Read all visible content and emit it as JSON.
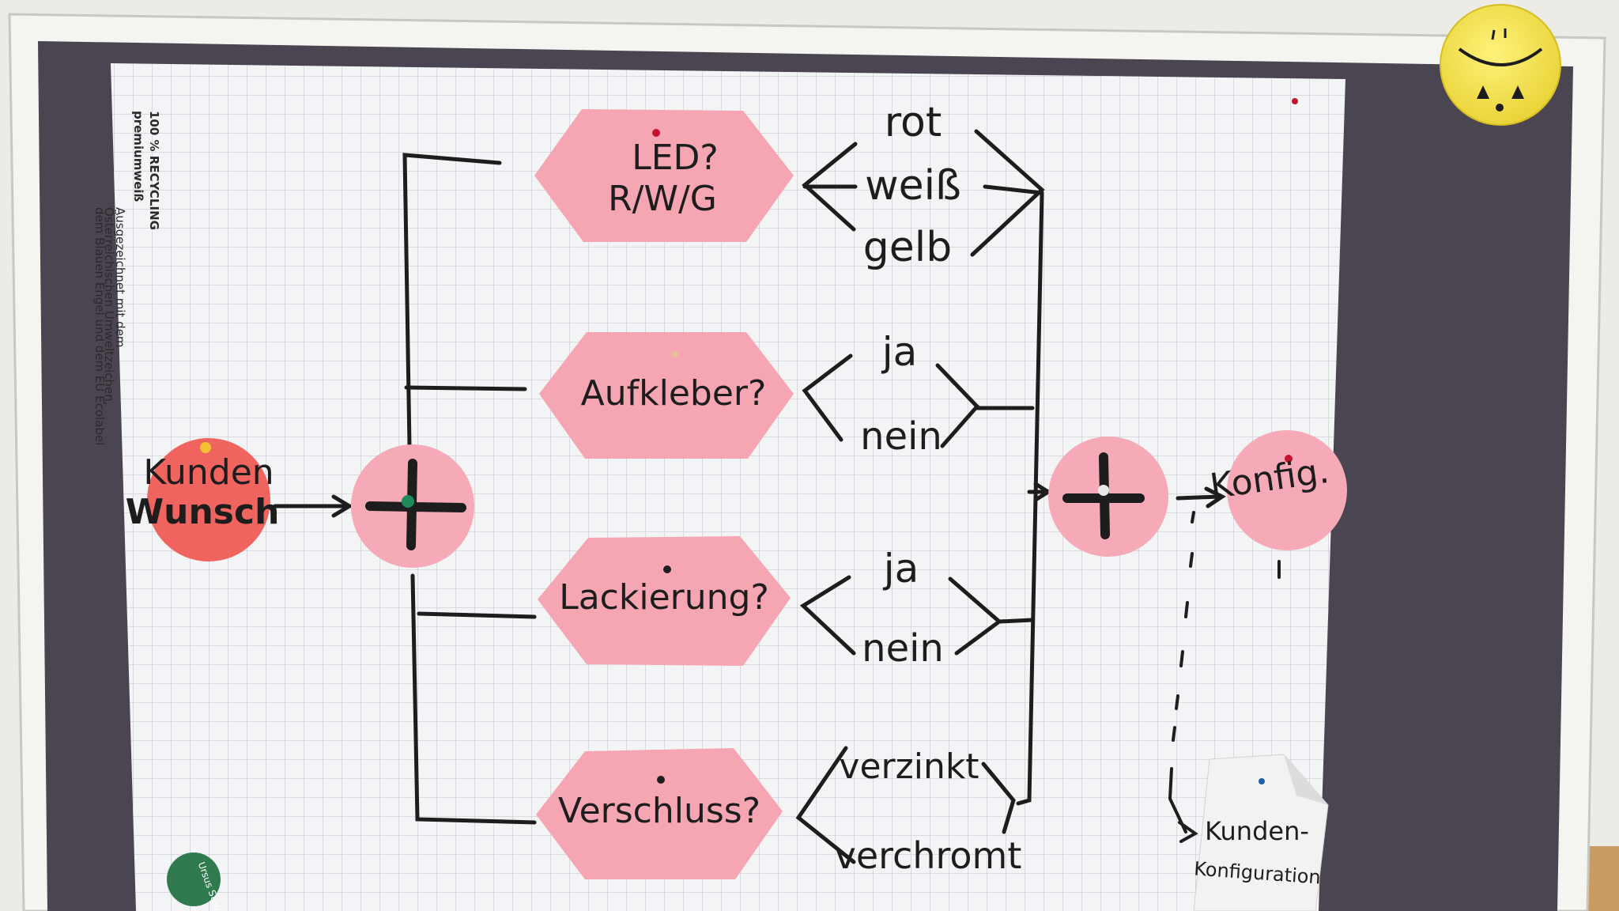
{
  "paper_print": {
    "line1": "100 % RECYCLING",
    "line2": "premiumweiß",
    "line3": "Ausgezeichnet mit dem",
    "line4": "Österreichischen Umweltzeichen,",
    "line5": "dem Blauen Engel und dem EU Ecolabel",
    "logo_text": "Ursus Staufen"
  },
  "nodes": {
    "start": "Kunden Wunsch",
    "start_line1": "Kunden",
    "start_line2": "Wunsch",
    "split_symbol": "+",
    "join_symbol": "+",
    "end": "Konfig."
  },
  "questions": [
    {
      "line1": "LED?",
      "line2": "R/W/G",
      "options": [
        "rot",
        "weiß",
        "gelb"
      ]
    },
    {
      "line1": "Aufkleber?",
      "line2": "",
      "options": [
        "ja",
        "nein"
      ]
    },
    {
      "line1": "Lackierung?",
      "line2": "",
      "options": [
        "ja",
        "nein"
      ]
    },
    {
      "line1": "Verschluss?",
      "line2": "",
      "options": [
        "verzinkt",
        "verchromt"
      ]
    }
  ],
  "note": {
    "line1": "Kunden-",
    "line2": "Konfiguration"
  },
  "colors": {
    "board_frame": "#f4f4f1",
    "felt": "#4a4550",
    "paper": "#f3f4f6",
    "grid": "#c9ccd3",
    "hexagon": "#f6a6b3",
    "start_circle": "#f0645f",
    "gateway_circle": "#f6aab7",
    "ink": "#1d1d1d",
    "smiley": "#f7e54a"
  }
}
